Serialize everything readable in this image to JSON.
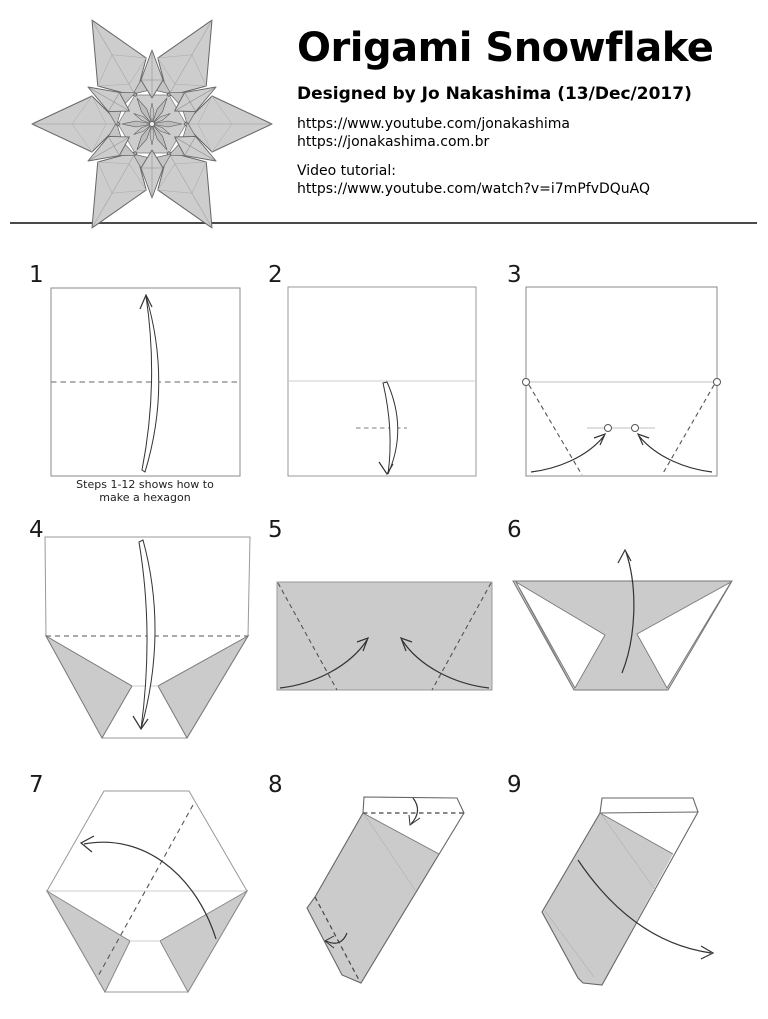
{
  "header": {
    "title": "Origami Snowflake",
    "subtitle": "Designed by Jo Nakashima (13/Dec/2017)",
    "link1": "https://www.youtube.com/jonakashima",
    "link2": "https://jonakashima.com.br",
    "video_label": "Video tutorial:",
    "video_url": "https://www.youtube.com/watch?v=i7mPfvDQuAQ"
  },
  "steps": [
    {
      "number": "1",
      "caption_line1": "Steps 1-12 shows how to",
      "caption_line2": "make a hexagon"
    },
    {
      "number": "2"
    },
    {
      "number": "3"
    },
    {
      "number": "4"
    },
    {
      "number": "5"
    },
    {
      "number": "6"
    },
    {
      "number": "7"
    },
    {
      "number": "8"
    },
    {
      "number": "9"
    }
  ],
  "colors": {
    "paper_gray": "#cbcbcb",
    "paper_outline": "#777777",
    "arrow": "#2a2a2a",
    "rule": "#4a4a4a"
  }
}
